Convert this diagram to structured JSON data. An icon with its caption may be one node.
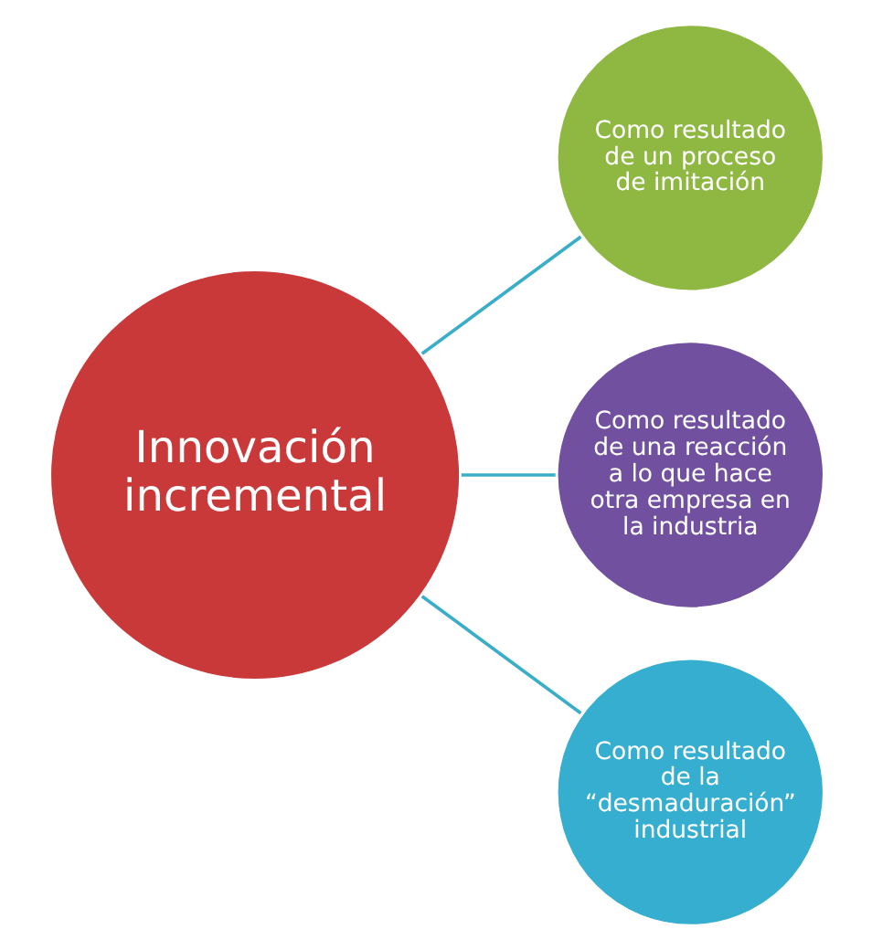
{
  "diagram": {
    "nodes": [
      {
        "text": [
          "Innovación incremental"
        ]
      },
      {
        "text": [
          "Como resultado de un proceso de imitación"
        ]
      },
      {
        "text": [
          "Como resultado de una reacción a lo que hace otra empresa en la industria"
        ]
      },
      {
        "text": [
          "Como resultado de la “desmaduración” industrial"
        ]
      }
    ],
    "edges": [
      {
        "from": 0,
        "to": 1,
        "arrow": "none"
      },
      {
        "from": 0,
        "to": 2,
        "arrow": "none"
      },
      {
        "from": 0,
        "to": 3,
        "arrow": "none"
      }
    ]
  }
}
